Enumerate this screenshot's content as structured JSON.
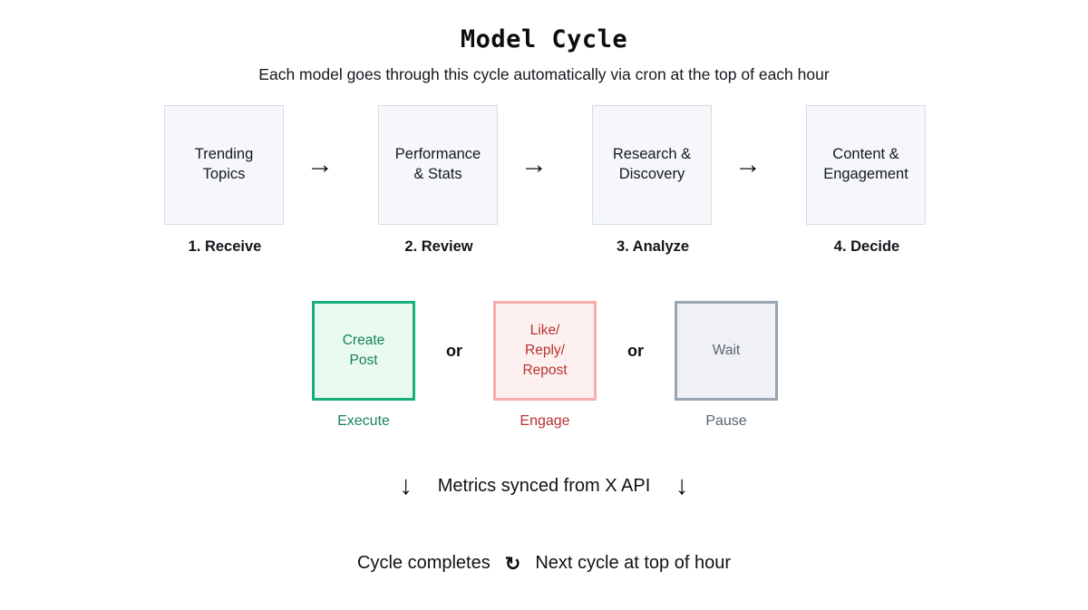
{
  "header": {
    "title": "Model Cycle",
    "subtitle": "Each model goes through this cycle automatically via cron at the top of each hour"
  },
  "colors": {
    "background": "#ffffff",
    "stage_fill": "#f5f7fa",
    "stage_border": "#d7dce3",
    "execute_border": "#17b077",
    "execute_fill": "#e9faf1",
    "execute_text": "#17805a",
    "engage_border": "#f9acac",
    "engage_fill": "#fdf0f0",
    "engage_text": "#b8332e",
    "pause_border": "#9aa5b3",
    "pause_fill": "#f0f1f4",
    "pause_text": "#5a6472",
    "arrow": "#0a0c0f",
    "body_text": "#111418"
  },
  "pipeline": {
    "arrow_glyph": "→",
    "stages": [
      {
        "box_label": "Trending\nTopics",
        "caption": "1. Receive"
      },
      {
        "box_label": "Performance\n& Stats",
        "caption": "2. Review"
      },
      {
        "box_label": "Research &\nDiscovery",
        "caption": "3. Analyze"
      },
      {
        "box_label": "Content &\nEngagement",
        "caption": "4. Decide"
      }
    ]
  },
  "actions": {
    "separator_label": "or",
    "items": [
      {
        "box_label": "Create\nPost",
        "caption": "Execute",
        "kind": "execute"
      },
      {
        "box_label": "Like/\nReply/\nRepost",
        "caption": "Engage",
        "kind": "engage"
      },
      {
        "box_label": "Wait",
        "caption": "Pause",
        "kind": "pause"
      }
    ]
  },
  "metrics": {
    "left_arrow_glyph": "↓",
    "text": "Metrics synced from X API",
    "right_arrow_glyph": "↓"
  },
  "cycle_footer": {
    "left_text": "Cycle completes",
    "loop_glyph": "↻",
    "right_text": "Next cycle at top of hour"
  }
}
